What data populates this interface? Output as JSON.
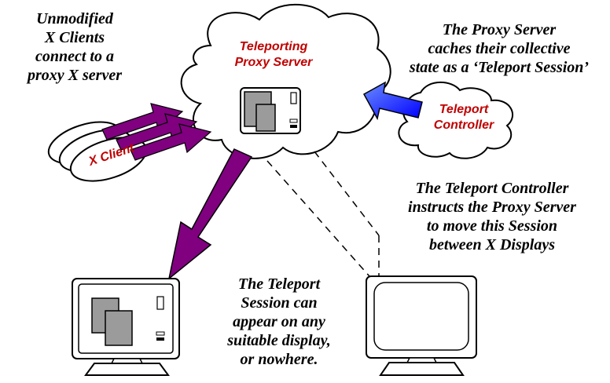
{
  "captions": {
    "clients": [
      "Unmodified",
      "X Clients",
      "connect to a",
      "proxy X server"
    ],
    "proxy_state": [
      "The Proxy Server",
      "caches their collective",
      "state as a ‘Teleport Session’"
    ],
    "controller_role": [
      "The Teleport Controller",
      "instructs the Proxy Server",
      "to move this Session",
      "between X Displays"
    ],
    "session_display": [
      "The Teleport",
      "Session can",
      "appear on any",
      "suitable display,",
      "or nowhere."
    ]
  },
  "labels": {
    "proxy_server": [
      "Teleporting",
      "Proxy Server"
    ],
    "controller": [
      "Teleport",
      "Controller"
    ],
    "x_client": "X Client"
  },
  "colors": {
    "label_red": "#c00000",
    "client_arrow": "#800080",
    "controller_arrow": "#0000ff",
    "screen_grey": "#999999"
  }
}
